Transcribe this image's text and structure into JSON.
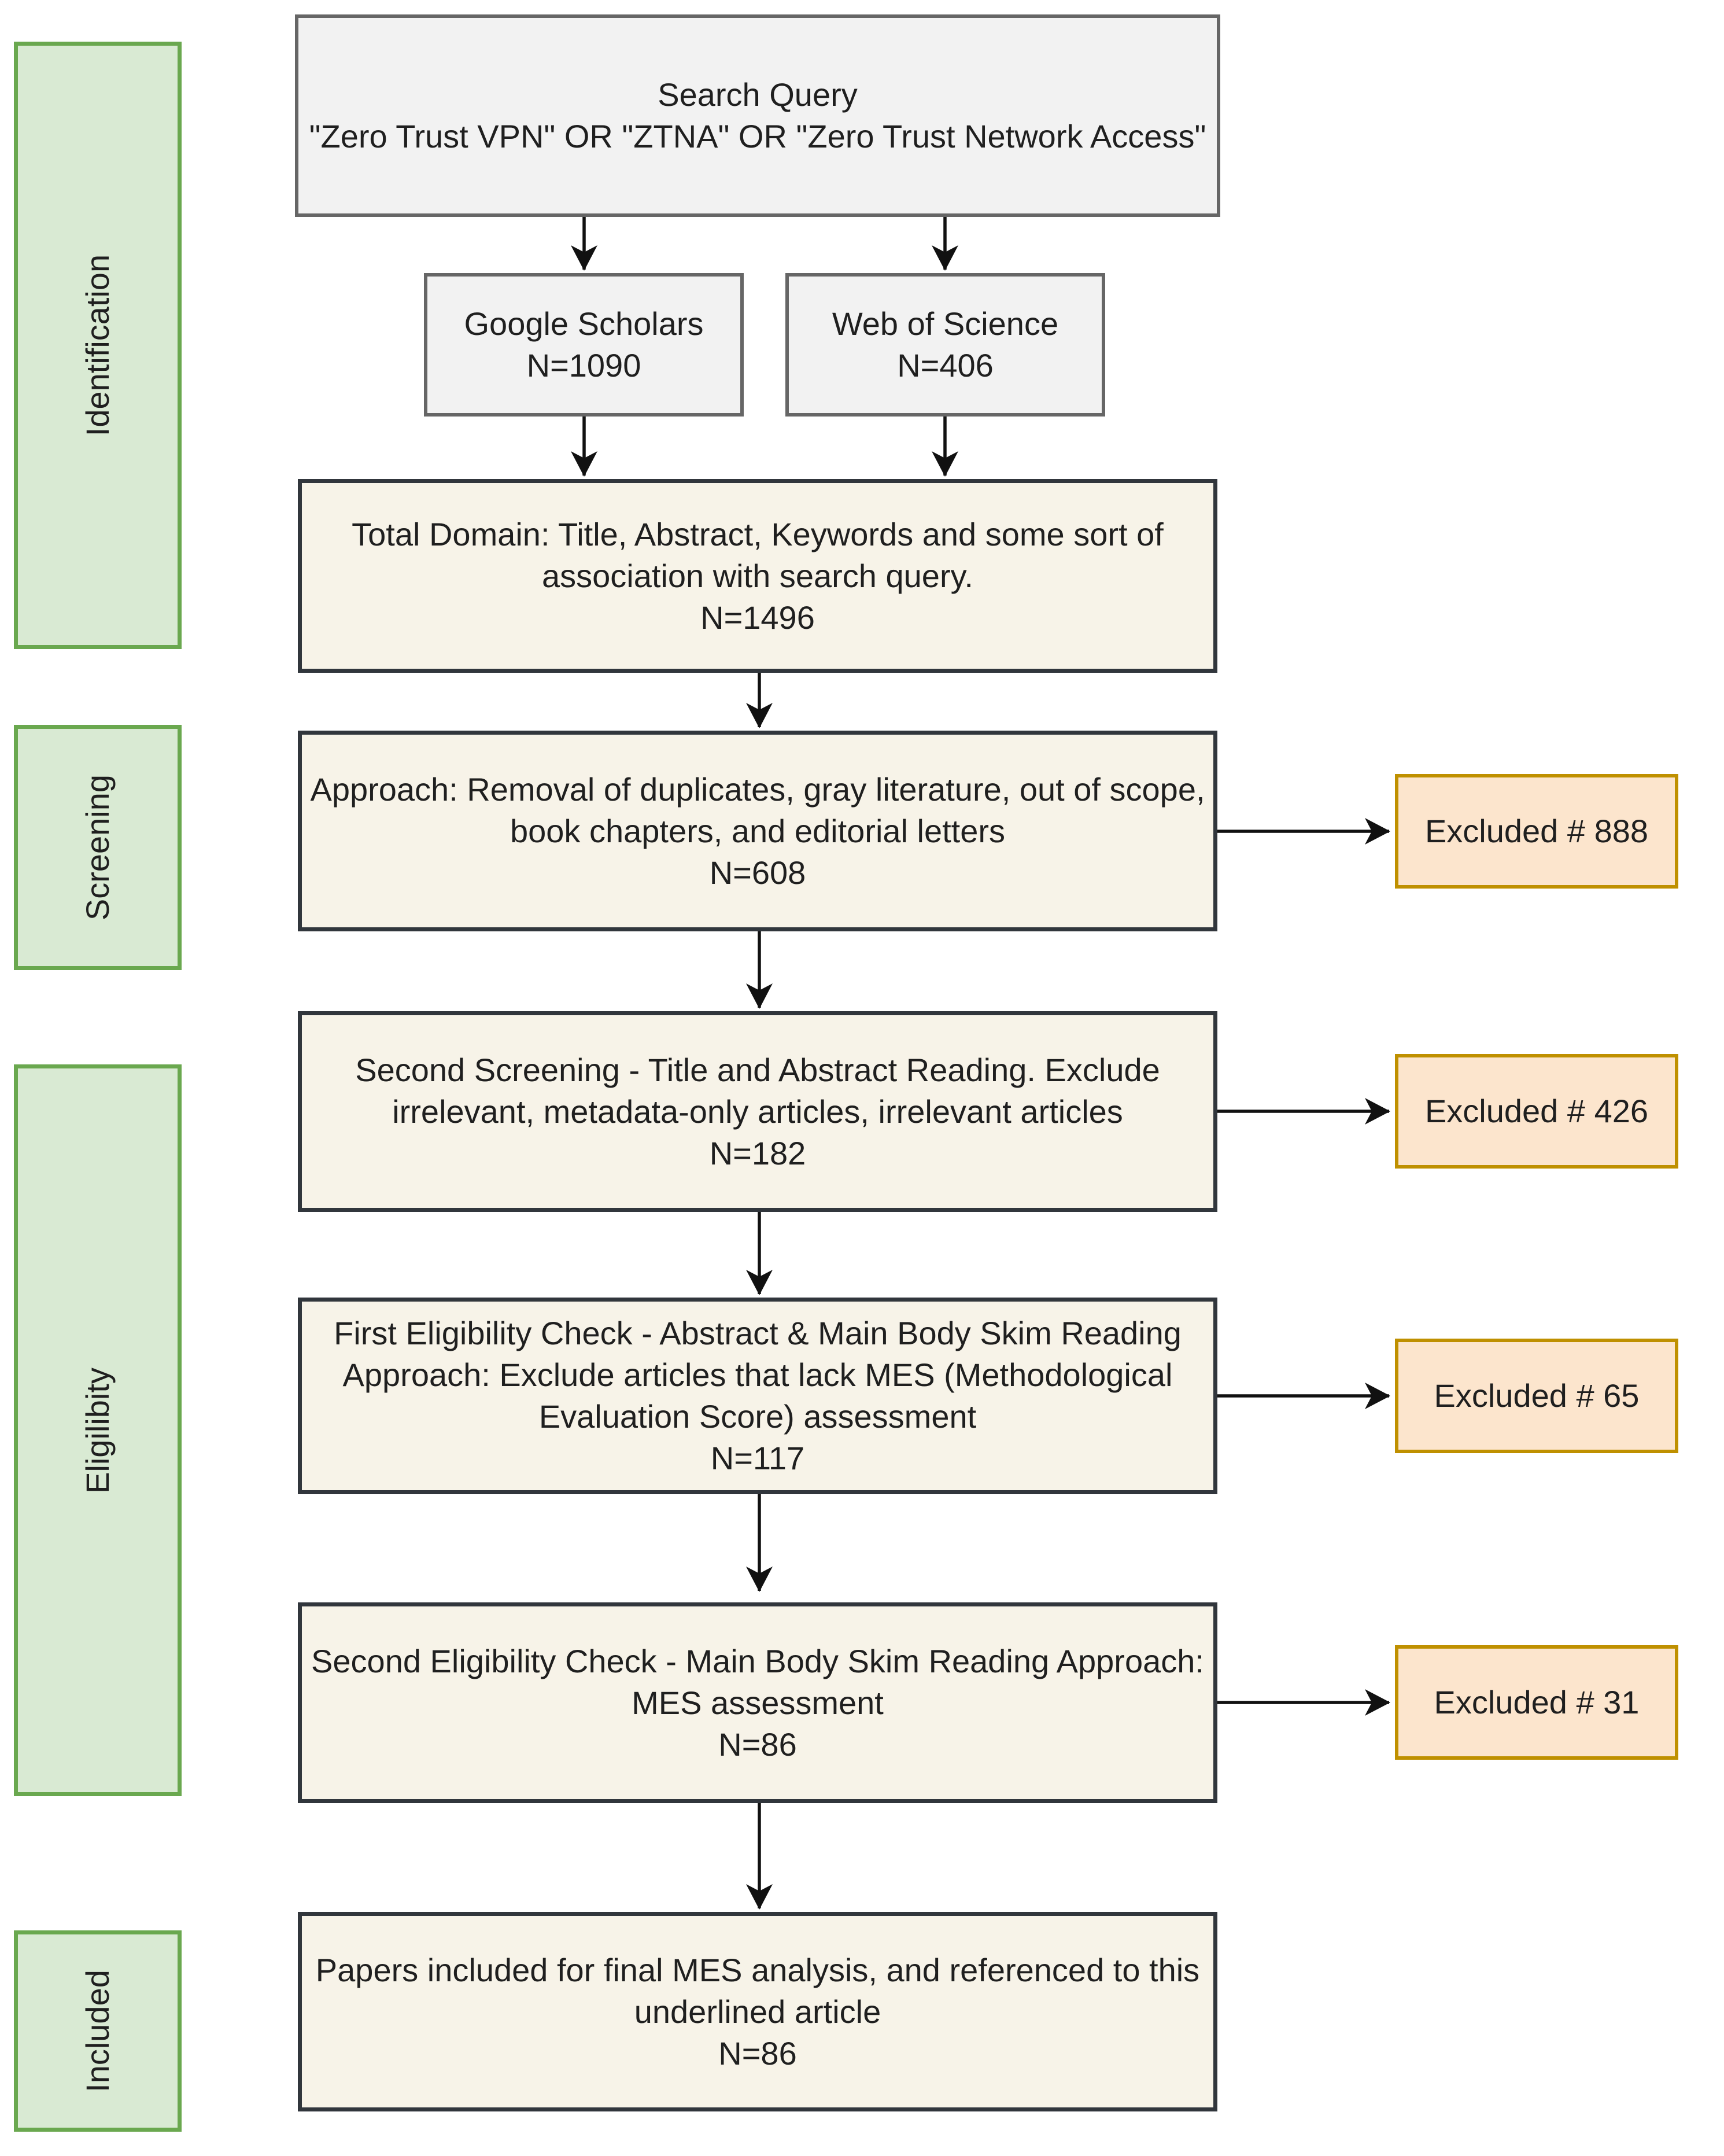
{
  "stages": [
    {
      "label": "Identification"
    },
    {
      "label": "Screening"
    },
    {
      "label": "Eligilibity"
    },
    {
      "label": "Included"
    }
  ],
  "nodes": {
    "search": {
      "title": "Search Query",
      "query": "\"Zero Trust VPN\" OR \"ZTNA\" OR \"Zero Trust Network Access\""
    },
    "google_scholars": {
      "text": "Google Scholars",
      "count": "N=1090"
    },
    "web_of_science": {
      "text": "Web of Science",
      "count": "N=406"
    },
    "total_domain": {
      "text": "Total Domain: Title, Abstract, Keywords and some sort of association with search query.",
      "count": "N=1496"
    },
    "first_screening": {
      "text": "Approach: Removal of duplicates, gray literature, out of scope, book chapters, and editorial letters",
      "count": "N=608"
    },
    "second_screening": {
      "text": "Second Screening - Title and Abstract Reading. Exclude irrelevant, metadata-only articles, irrelevant articles",
      "count": "N=182"
    },
    "first_eligibility": {
      "text": "First Eligibility Check - Abstract & Main Body Skim Reading Approach: Exclude articles that lack MES (Methodological Evaluation Score) assessment",
      "count": "N=117"
    },
    "second_eligibility": {
      "text": "Second Eligibility Check - Main Body Skim Reading Approach: MES assessment",
      "count": "N=86"
    },
    "included_papers": {
      "text": "Papers included for final MES analysis, and referenced to this underlined article",
      "count": "N=86"
    }
  },
  "excluded": {
    "after_first_screening": "Excluded # 888",
    "after_second_screening": "Excluded # 426",
    "after_first_eligibility": "Excluded # 65",
    "after_second_eligibility": "Excluded # 31"
  },
  "colors": {
    "stage_fill": "#d9ead3",
    "stage_border": "#6aa84f",
    "source_fill": "#f2f2f2",
    "source_border": "#666666",
    "main_fill": "#f7f3e8",
    "main_border": "#31363c",
    "excluded_fill": "#fce5cd",
    "excluded_border": "#bf9000",
    "arrow": "#111111"
  }
}
